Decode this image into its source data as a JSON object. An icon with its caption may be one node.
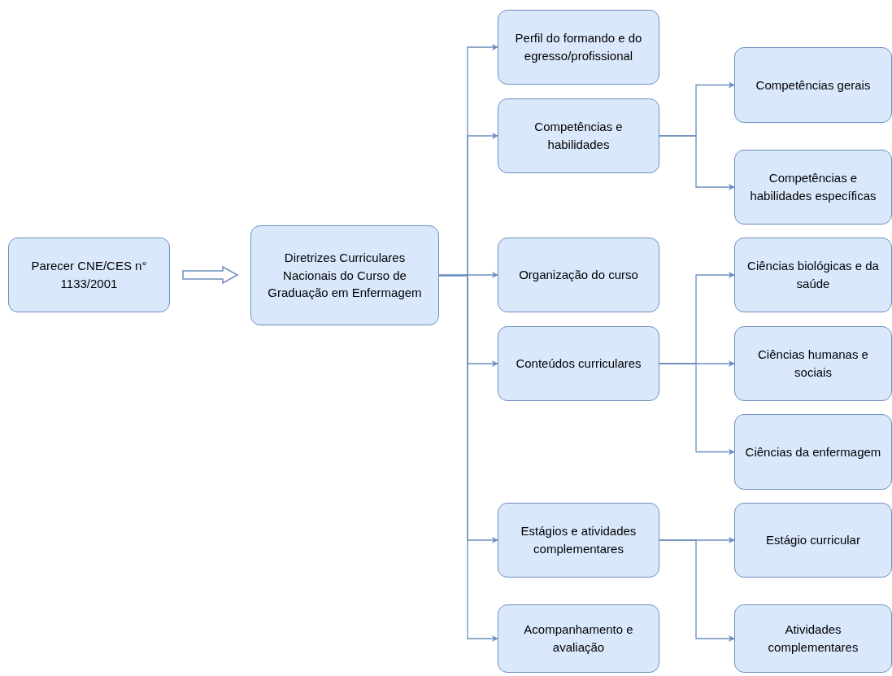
{
  "diagram": {
    "nodes": [
      {
        "text": [
          "Parecer CNE/CES n° 1133/2001"
        ]
      },
      {
        "text": [
          "Diretrizes Curriculares Nacionais do Curso de Graduação em Enfermagem"
        ]
      },
      {
        "text": [
          "Perfil do formando e do egresso/profissional"
        ]
      },
      {
        "text": [
          "Competências e habilidades"
        ]
      },
      {
        "text": [
          "Competências gerais"
        ]
      },
      {
        "text": [
          "Competências e habilidades específicas"
        ]
      },
      {
        "text": [
          "Organização do curso"
        ]
      },
      {
        "text": [
          "Conteúdos curriculares"
        ]
      },
      {
        "text": [
          "Ciências biológicas e da saúde"
        ]
      },
      {
        "text": [
          "Ciências humanas e sociais"
        ]
      },
      {
        "text": [
          "Ciências da enfermagem"
        ]
      },
      {
        "text": [
          "Estágios e atividades complementares"
        ]
      },
      {
        "text": [
          "Estágio curricular"
        ]
      },
      {
        "text": [
          "Atividades complementares"
        ]
      },
      {
        "text": [
          "Acompanhamento e avaliação"
        ]
      }
    ],
    "edges": [
      {
        "from": 0,
        "to": 1,
        "arrow": "to",
        "style": "thick"
      },
      {
        "from": 1,
        "to": 2,
        "arrow": "to"
      },
      {
        "from": 1,
        "to": 3,
        "arrow": "to"
      },
      {
        "from": 3,
        "to": 4,
        "arrow": "to"
      },
      {
        "from": 3,
        "to": 5,
        "arrow": "to"
      },
      {
        "from": 1,
        "to": 6,
        "arrow": "to"
      },
      {
        "from": 1,
        "to": 7,
        "arrow": "to"
      },
      {
        "from": 7,
        "to": 8,
        "arrow": "to"
      },
      {
        "from": 7,
        "to": 9,
        "arrow": "to"
      },
      {
        "from": 7,
        "to": 10,
        "arrow": "to"
      },
      {
        "from": 1,
        "to": 11,
        "arrow": "to"
      },
      {
        "from": 11,
        "to": 12,
        "arrow": "to"
      },
      {
        "from": 11,
        "to": 13,
        "arrow": "to"
      },
      {
        "from": 1,
        "to": 14,
        "arrow": "to"
      }
    ]
  }
}
